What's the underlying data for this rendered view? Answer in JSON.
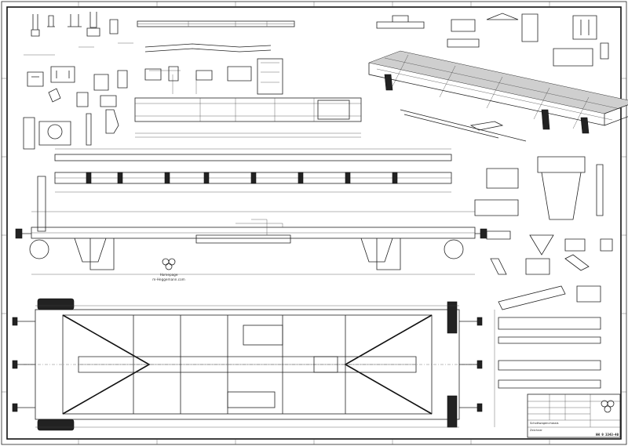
{
  "logo": {
    "line1": "Homepage",
    "line2": "m-Heggemann.com"
  },
  "title_block": {
    "drawing_title": "Schottwagenchassis",
    "subtitle": "Zeichner",
    "drawing_number": "HH 9 3343-40"
  }
}
